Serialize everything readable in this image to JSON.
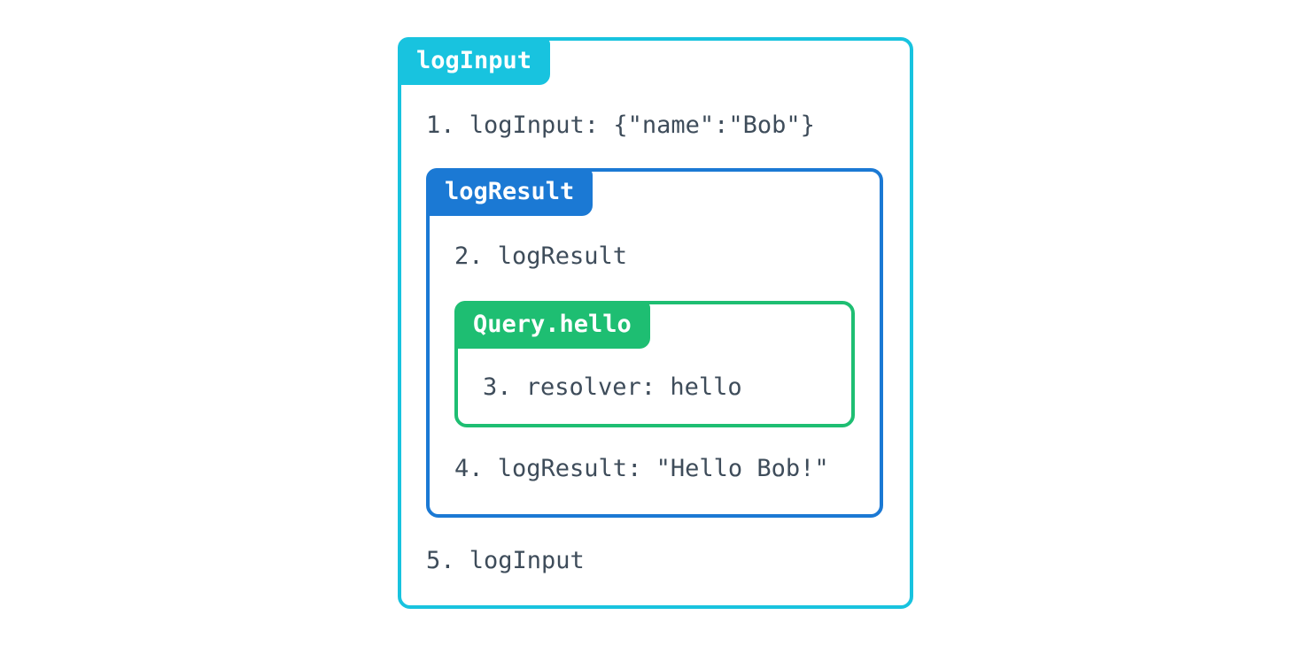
{
  "colors": {
    "outer_box_accent": "#18C3DF",
    "middle_box_accent": "#1B79D4",
    "inner_box_accent": "#1EBE72",
    "step_text": "#3E4C5A",
    "label_text": "#FFFFFF",
    "background": "#FFFFFF"
  },
  "diagram": {
    "outer_box": {
      "label": "logInput",
      "step_start": "1. logInput: {\"name\":\"Bob\"}",
      "step_end": "5. logInput"
    },
    "middle_box": {
      "label": "logResult",
      "step_start": "2. logResult",
      "step_end": "4. logResult: \"Hello Bob!\""
    },
    "inner_box": {
      "label": "Query.hello",
      "step": "3. resolver: hello"
    }
  }
}
